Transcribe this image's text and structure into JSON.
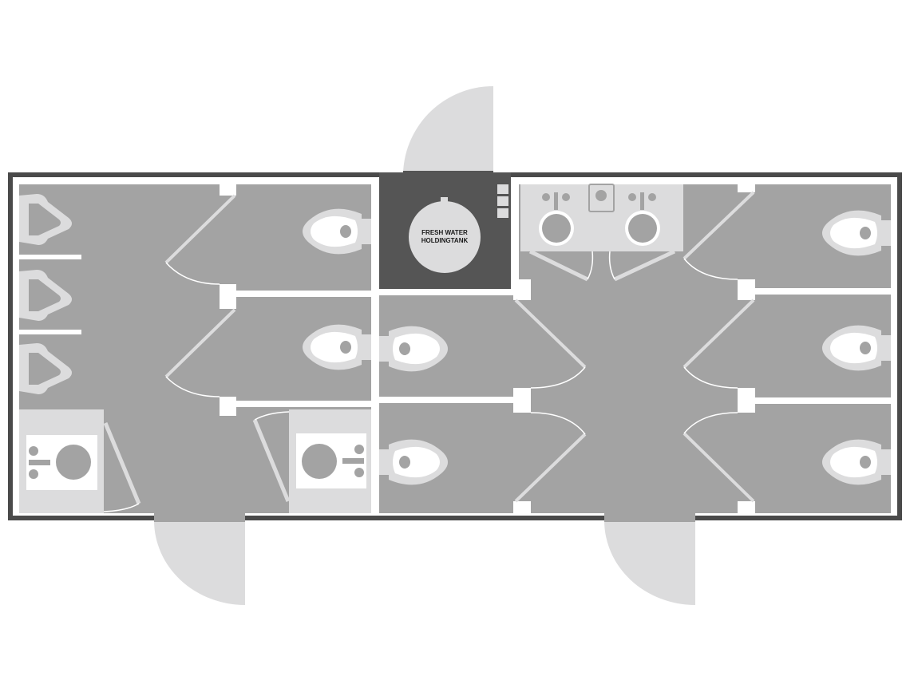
{
  "diagram": {
    "type": "floor-plan",
    "subject": "restroom trailer layout",
    "colors": {
      "background": "#ffffff",
      "outer_wall": "#4a4a4a",
      "floor": "#a3a3a3",
      "fixture_light": "#dcdcdd",
      "fixture_white": "#ffffff",
      "tank_room": "#555555",
      "partition": "#ffffff"
    },
    "tank": {
      "label_line1": "FRESH WATER",
      "label_line2": "HOLDINGTANK"
    },
    "rooms": {
      "left_restroom": {
        "urinals": 3,
        "toilet_stalls": 2,
        "sinks": 2
      },
      "mechanical": {
        "fresh_water_holding_tank": 1,
        "control_boxes": 3
      },
      "right_restroom": {
        "toilet_stalls": 5,
        "vanity_sinks": 2,
        "soap_dispenser": 1
      }
    },
    "entry_doors": [
      {
        "position": "top-center",
        "swing": "outward"
      },
      {
        "position": "bottom-left",
        "swing": "outward"
      },
      {
        "position": "bottom-right",
        "swing": "outward"
      }
    ]
  }
}
